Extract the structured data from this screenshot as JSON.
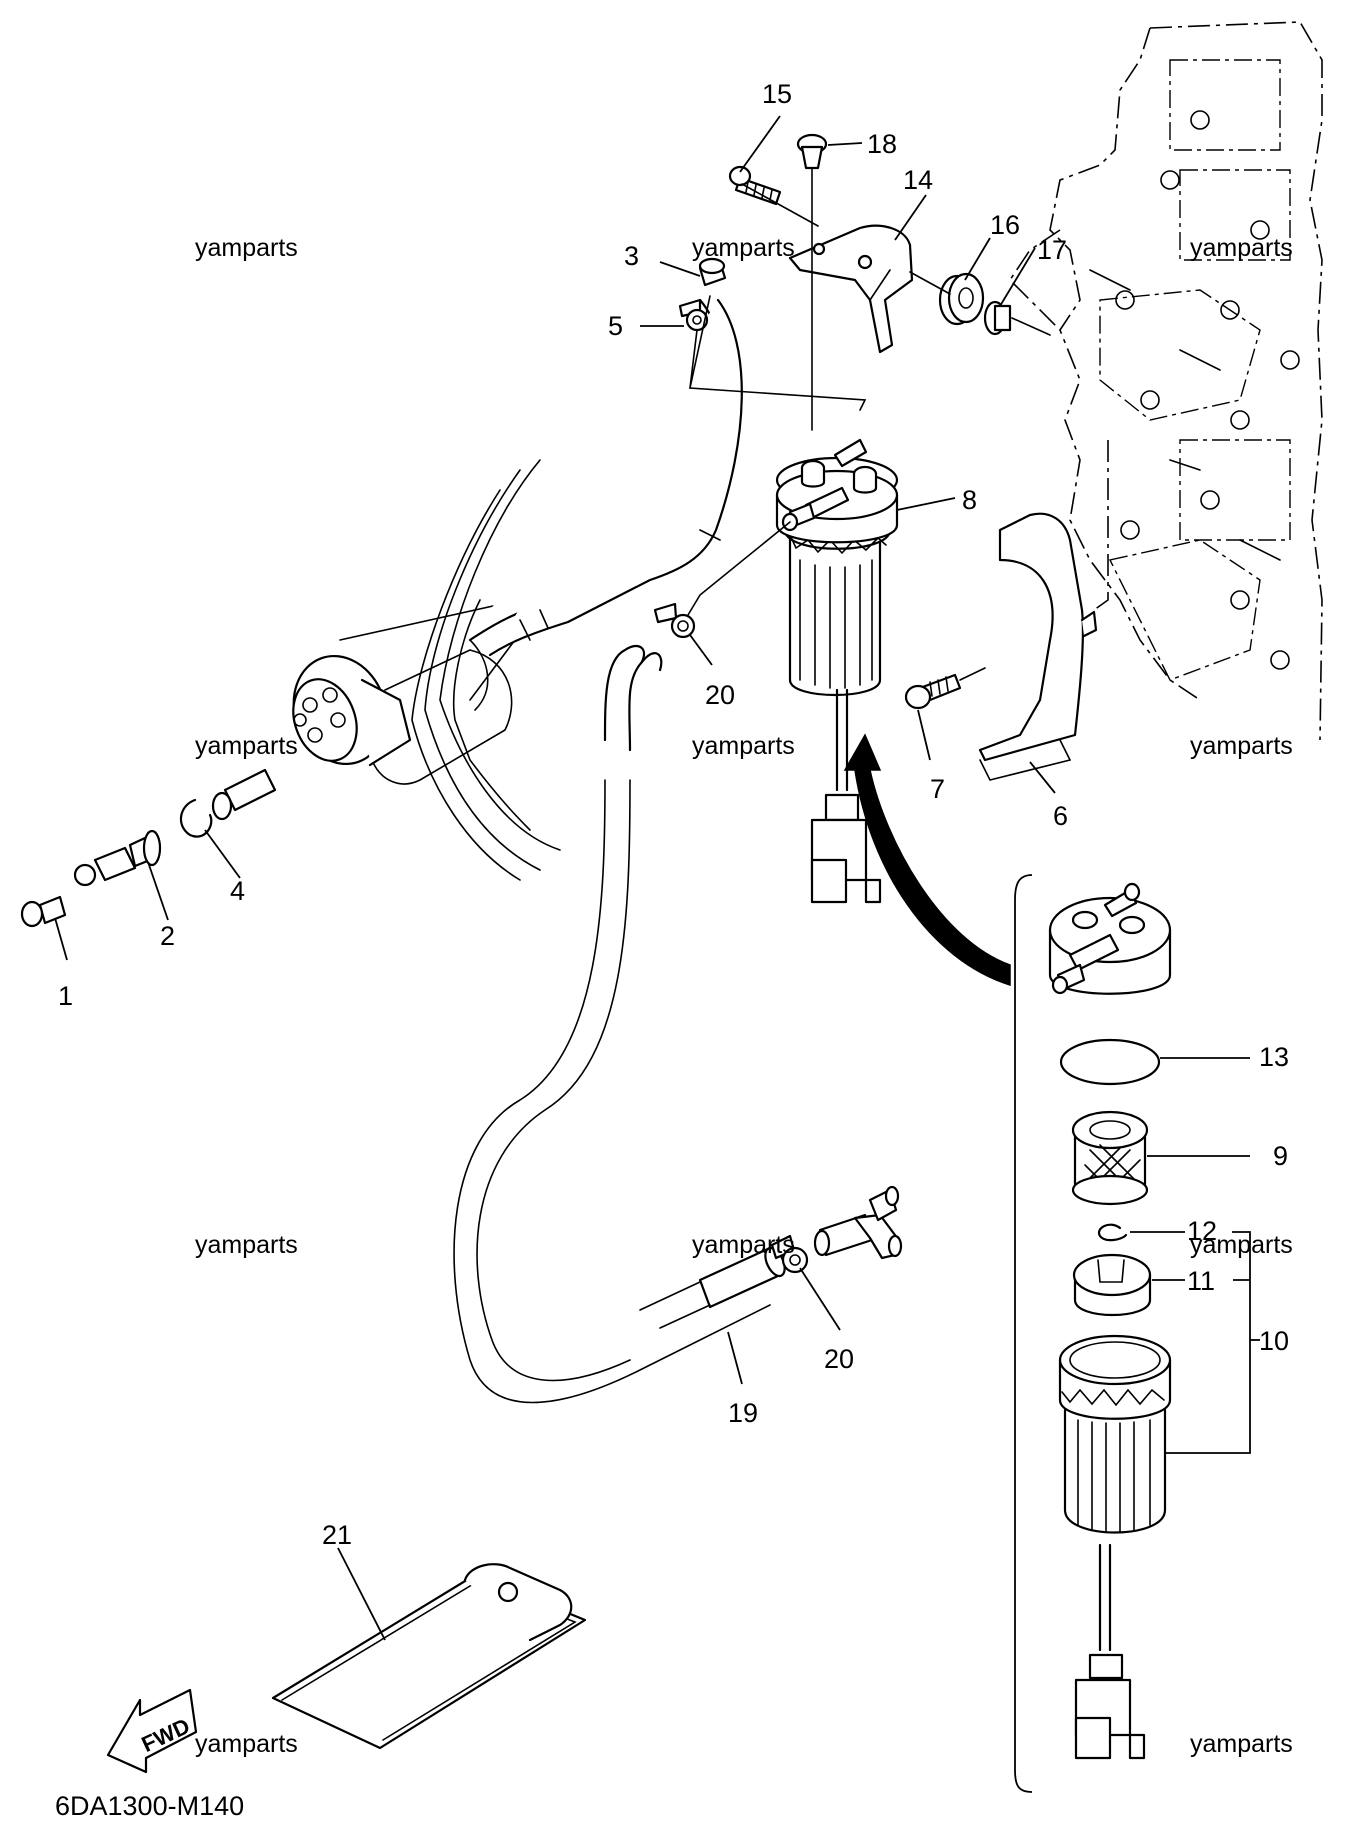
{
  "diagram": {
    "code": "6DA1300-M140",
    "fwd_label": "FWD",
    "watermark": "yamparts",
    "callouts": [
      "1",
      "2",
      "3",
      "4",
      "5",
      "6",
      "7",
      "8",
      "9",
      "10",
      "11",
      "12",
      "13",
      "14",
      "15",
      "16",
      "17",
      "18",
      "19",
      "20",
      "20",
      "21"
    ]
  }
}
